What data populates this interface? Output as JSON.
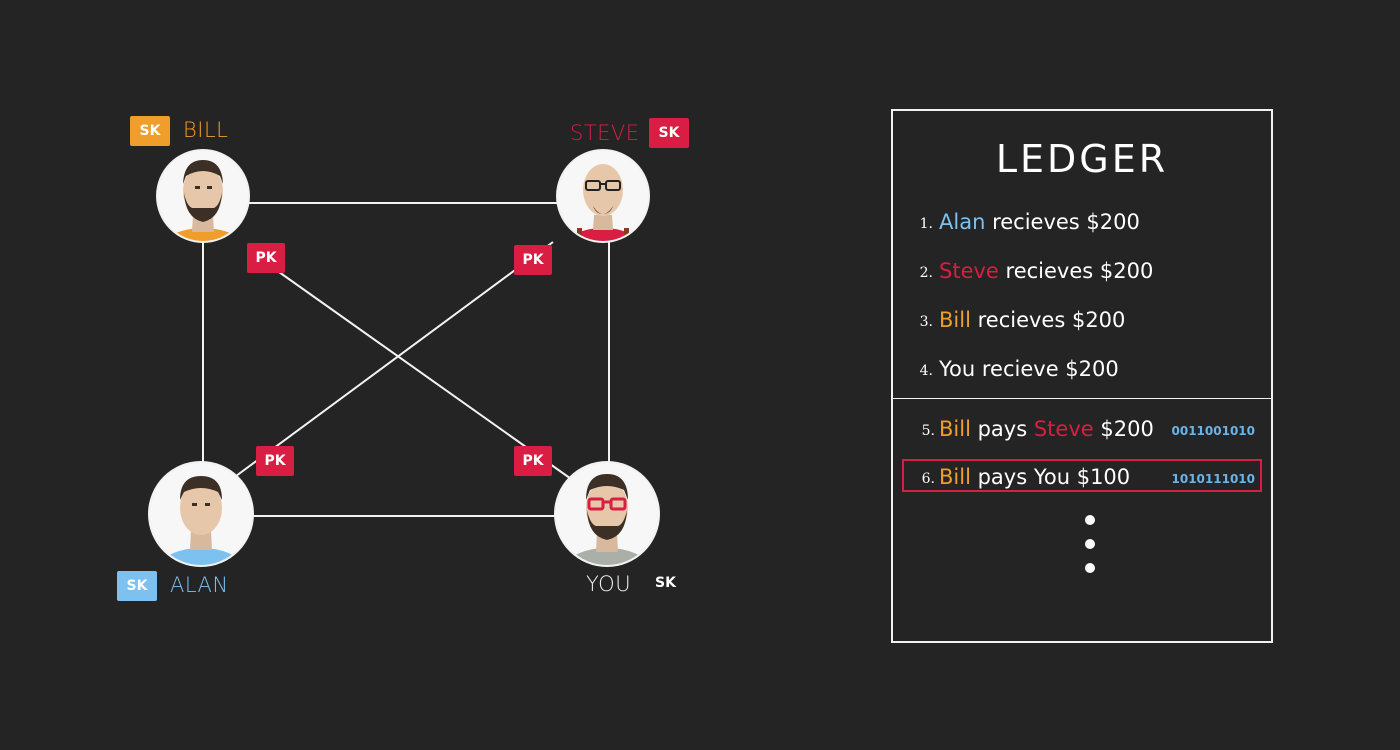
{
  "colors": {
    "background": "#242424",
    "accent_red": "#d81e43",
    "bill_orange": "#ef9d2b",
    "alan_blue": "#7cc1f0",
    "steve_red": "#d81e43",
    "hash_blue": "#6ab4e8",
    "line_white": "#f2f2f2"
  },
  "network": {
    "people": [
      {
        "id": "bill",
        "name": "BILL",
        "sk": "SK"
      },
      {
        "id": "steve",
        "name": "STEVE",
        "sk": "SK"
      },
      {
        "id": "alan",
        "name": "ALAN",
        "sk": "SK"
      },
      {
        "id": "you",
        "name": "YOU",
        "sk": "SK"
      }
    ],
    "pk_label": "PK"
  },
  "ledger": {
    "title": "LEDGER",
    "entries": [
      {
        "num": "1.",
        "parts": [
          {
            "t": "Alan",
            "c": "alan"
          },
          {
            "t": " recieves $200",
            "c": "white"
          }
        ],
        "hash": ""
      },
      {
        "num": "2.",
        "parts": [
          {
            "t": "Steve",
            "c": "steve"
          },
          {
            "t": " recieves $200",
            "c": "white"
          }
        ],
        "hash": ""
      },
      {
        "num": "3.",
        "parts": [
          {
            "t": "Bill",
            "c": "bill"
          },
          {
            "t": " recieves $200",
            "c": "white"
          }
        ],
        "hash": ""
      },
      {
        "num": "4.",
        "parts": [
          {
            "t": "You recieve $200",
            "c": "white"
          }
        ],
        "hash": ""
      },
      {
        "num": "5.",
        "parts": [
          {
            "t": "Bill",
            "c": "bill"
          },
          {
            "t": " pays ",
            "c": "white"
          },
          {
            "t": "Steve",
            "c": "steve"
          },
          {
            "t": " $200",
            "c": "white"
          }
        ],
        "hash": "0011001010"
      },
      {
        "num": "6.",
        "parts": [
          {
            "t": "Bill",
            "c": "bill"
          },
          {
            "t": " pays You $100",
            "c": "white"
          }
        ],
        "hash": "1010111010"
      }
    ]
  }
}
